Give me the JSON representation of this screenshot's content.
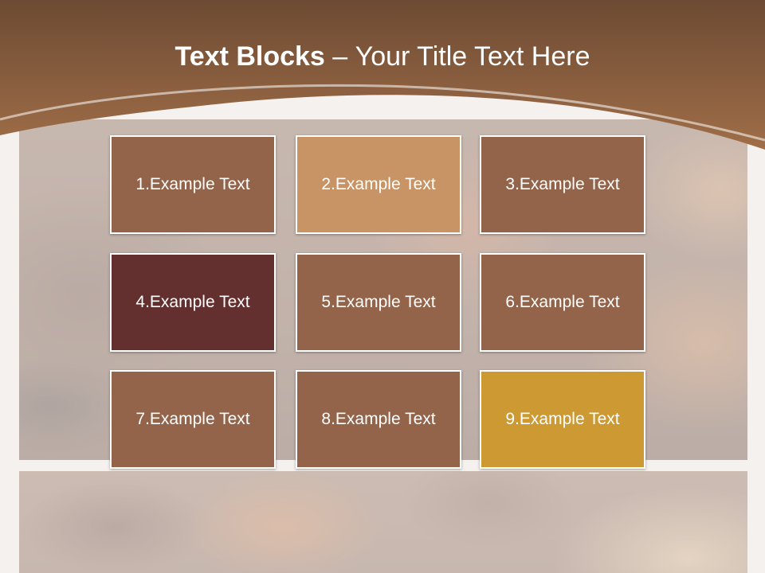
{
  "slide": {
    "title_bold": "Text Blocks",
    "title_dash": "–",
    "title_rest": "Your Title Text Here",
    "colors": {
      "header_top": "#6d4a33",
      "header_bottom": "#a06e48",
      "text": "#ffffff"
    }
  },
  "blocks": [
    {
      "label": "1.Example Text",
      "color": "#93644a"
    },
    {
      "label": "2.Example Text",
      "color": "#c99465"
    },
    {
      "label": "3.Example Text",
      "color": "#93644a"
    },
    {
      "label": "4.Example Text",
      "color": "#642f2f"
    },
    {
      "label": "5.Example Text",
      "color": "#93644a"
    },
    {
      "label": "6.Example Text",
      "color": "#93644a"
    },
    {
      "label": "7.Example Text",
      "color": "#93644a"
    },
    {
      "label": "8.Example Text",
      "color": "#93644a"
    },
    {
      "label": "9.Example Text",
      "color": "#cc9933"
    }
  ]
}
